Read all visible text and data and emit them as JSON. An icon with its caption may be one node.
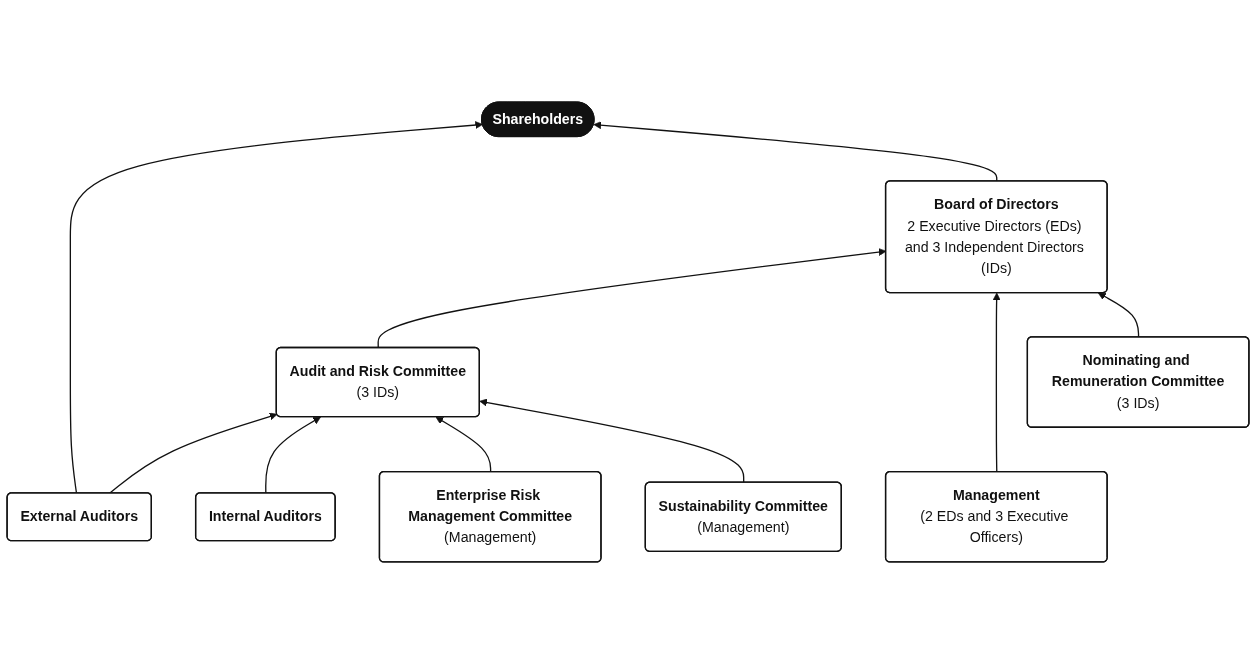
{
  "diagram": {
    "nodes": [
      {
        "text": [
          "Shareholders"
        ]
      },
      {
        "text": [
          "External Auditors"
        ]
      },
      {
        "text": [
          "Board of Directors",
          "2 Executive Directors (EDs) and 3 Independent Directors (IDs)"
        ]
      },
      {
        "text": [
          "Internal Auditors"
        ]
      },
      {
        "text": [
          "Audit and Risk Committee",
          "(3 IDs)"
        ]
      },
      {
        "text": [
          "Nominating and Remuneration Committee",
          "(3 IDs)"
        ]
      },
      {
        "text": [
          "Enterprise Risk Management Committee",
          "(Management)"
        ]
      },
      {
        "text": [
          "Sustainability Committee",
          "(Management)"
        ]
      },
      {
        "text": [
          "Management",
          "(2 EDs and 3 Executive Officers)"
        ]
      }
    ],
    "edges": [
      {
        "from": 1,
        "to": 0,
        "arrow": "to"
      },
      {
        "from": 2,
        "to": 0,
        "arrow": "to"
      },
      {
        "from": 1,
        "to": 4,
        "arrow": "to"
      },
      {
        "from": 3,
        "to": 4,
        "arrow": "to"
      },
      {
        "from": 4,
        "to": 2,
        "arrow": "to"
      },
      {
        "from": 8,
        "to": 2,
        "arrow": "to"
      },
      {
        "from": 5,
        "to": 2,
        "arrow": "to"
      },
      {
        "from": 6,
        "to": 4,
        "arrow": "to"
      },
      {
        "from": 7,
        "to": 4,
        "arrow": "to"
      }
    ]
  }
}
